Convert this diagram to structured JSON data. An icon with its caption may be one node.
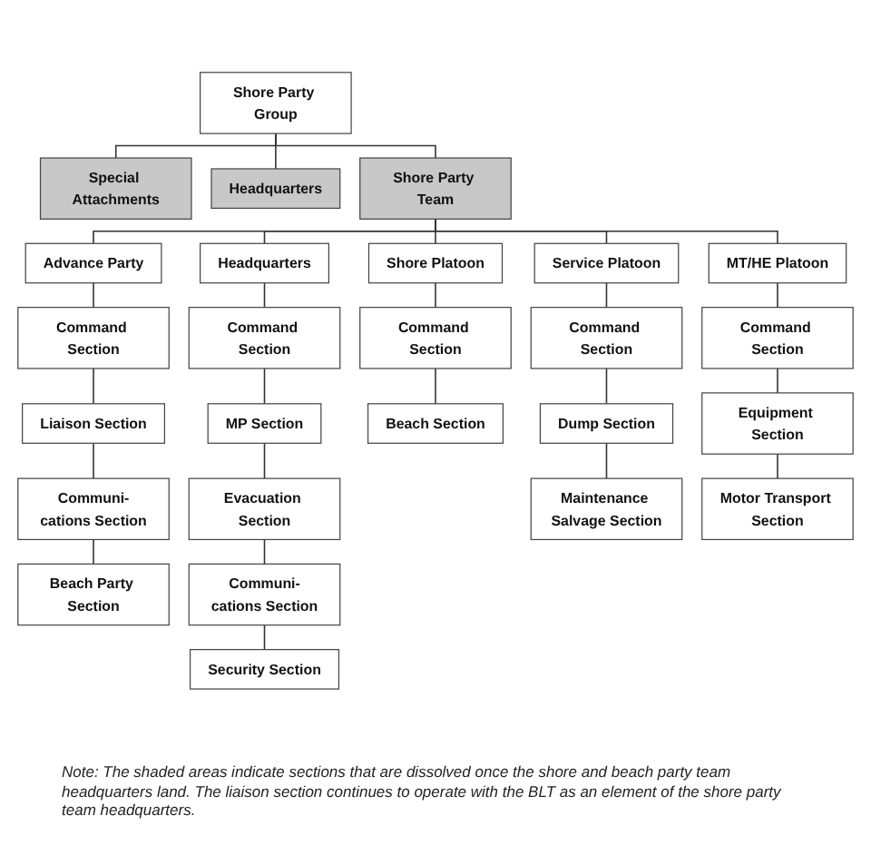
{
  "diagram": {
    "nodes": [
      {
        "text": [
          "Shore Party Group"
        ]
      },
      {
        "text": [
          "Special Attachments"
        ]
      },
      {
        "text": [
          "Headquarters"
        ]
      },
      {
        "text": [
          "Shore Party Team"
        ]
      },
      {
        "text": [
          "Advance Party"
        ]
      },
      {
        "text": [
          "Headquarters"
        ]
      },
      {
        "text": [
          "Shore Platoon"
        ]
      },
      {
        "text": [
          "Service Platoon"
        ]
      },
      {
        "text": [
          "MT/HE Platoon"
        ]
      },
      {
        "text": [
          "Command Section"
        ]
      },
      {
        "text": [
          "Liaison Section"
        ]
      },
      {
        "text": [
          "Communi-cations Section"
        ]
      },
      {
        "text": [
          "Beach Party Section"
        ]
      },
      {
        "text": [
          "Command Section"
        ]
      },
      {
        "text": [
          "MP Section"
        ]
      },
      {
        "text": [
          "Evacuation Section"
        ]
      },
      {
        "text": [
          "Communi-cations Section"
        ]
      },
      {
        "text": [
          "Security Section"
        ]
      },
      {
        "text": [
          "Command Section"
        ]
      },
      {
        "text": [
          "Beach Section"
        ]
      },
      {
        "text": [
          "Command Section"
        ]
      },
      {
        "text": [
          "Dump Section"
        ]
      },
      {
        "text": [
          "Maintenance Salvage Section"
        ]
      },
      {
        "text": [
          "Command Section"
        ]
      },
      {
        "text": [
          "Equipment Section"
        ]
      },
      {
        "text": [
          "Motor Transport Section"
        ]
      }
    ],
    "edges": [
      {
        "from": 0,
        "to": 1,
        "arrow": "none"
      },
      {
        "from": 0,
        "to": 2,
        "arrow": "none"
      },
      {
        "from": 0,
        "to": 3,
        "arrow": "none"
      },
      {
        "from": 3,
        "to": 4,
        "arrow": "none"
      },
      {
        "from": 3,
        "to": 5,
        "arrow": "none"
      },
      {
        "from": 3,
        "to": 6,
        "arrow": "none"
      },
      {
        "from": 3,
        "to": 7,
        "arrow": "none"
      },
      {
        "from": 3,
        "to": 8,
        "arrow": "none"
      },
      {
        "from": 4,
        "to": 9,
        "arrow": "none"
      },
      {
        "from": 9,
        "to": 10,
        "arrow": "none"
      },
      {
        "from": 10,
        "to": 11,
        "arrow": "none"
      },
      {
        "from": 11,
        "to": 12,
        "arrow": "none"
      },
      {
        "from": 5,
        "to": 13,
        "arrow": "none"
      },
      {
        "from": 13,
        "to": 14,
        "arrow": "none"
      },
      {
        "from": 14,
        "to": 15,
        "arrow": "none"
      },
      {
        "from": 15,
        "to": 16,
        "arrow": "none"
      },
      {
        "from": 16,
        "to": 17,
        "arrow": "none"
      },
      {
        "from": 6,
        "to": 18,
        "arrow": "none"
      },
      {
        "from": 18,
        "to": 19,
        "arrow": "none"
      },
      {
        "from": 7,
        "to": 20,
        "arrow": "none"
      },
      {
        "from": 20,
        "to": 21,
        "arrow": "none"
      },
      {
        "from": 21,
        "to": 22,
        "arrow": "none"
      },
      {
        "from": 8,
        "to": 23,
        "arrow": "none"
      },
      {
        "from": 23,
        "to": 24,
        "arrow": "none"
      },
      {
        "from": 24,
        "to": 25,
        "arrow": "none"
      }
    ],
    "labels": [
      "Note: The shaded areas indicate sections that are dissolved once the shore and beach party team headquarters land. The liaison section continues to operate with the BLT as an element of the shore party team headquarters."
    ]
  }
}
